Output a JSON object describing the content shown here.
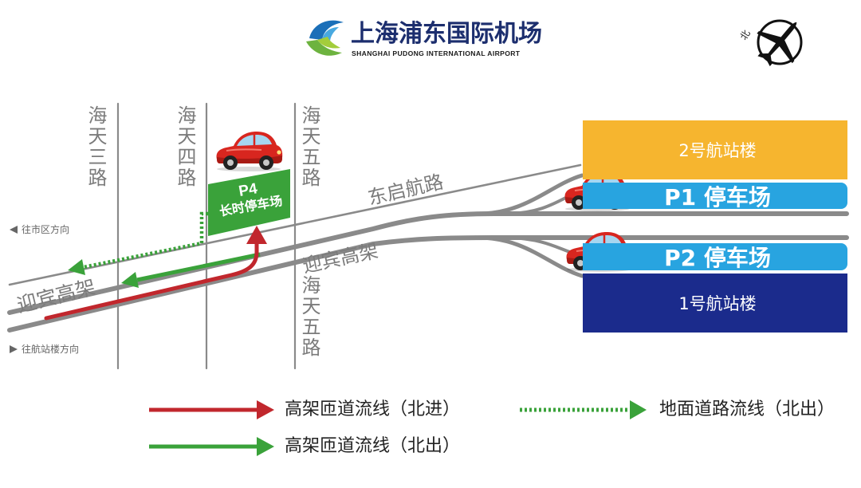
{
  "logo": {
    "title_cn": "上海浦东国际机场",
    "title_en": "SHANGHAI PUDONG INTERNATIONAL AIRPORT"
  },
  "compass": {
    "north_label": "北"
  },
  "roads": {
    "haitian_3": "海天三路",
    "haitian_4": "海天四路",
    "haitian_5_upper": "海天五路",
    "haitian_5_lower": "海天五路",
    "dongqi": "东启航路",
    "yingbin_left": "迎宾高架",
    "yingbin_right": "迎宾高架"
  },
  "directions": {
    "to_city": "往市区方向",
    "to_terminal": "往航站楼方向"
  },
  "parking_p4": {
    "name": "P4",
    "subtitle": "长时停车场"
  },
  "terminals": {
    "t2": "2号航站楼",
    "p1": "P1 停车场",
    "p2": "P2 停车场",
    "t1": "1号航站楼"
  },
  "legend": {
    "items": [
      {
        "label": "高架匝道流线（北进）",
        "color": "#c1272d"
      },
      {
        "label": "地面道路流线（北出）",
        "color": "#3aa23a"
      },
      {
        "label": "高架匝道流线（北出）",
        "color": "#3aa23a"
      }
    ]
  },
  "colors": {
    "navy": "#1c2e6e",
    "road": "#8a8a8a",
    "label_gray": "#7b7b7b",
    "route_red": "#c1272d",
    "route_green": "#3aa23a",
    "terminal2": "#f6b52f",
    "parking_blue": "#28a4e0",
    "terminal1": "#1b2b8c",
    "car_red": "#d8261f"
  },
  "icons": {
    "logo": "airport-logo-icon",
    "compass": "north-compass-icon",
    "car": "car-icon",
    "direction_left": "triangle-left-icon",
    "direction_right": "triangle-right-icon"
  }
}
